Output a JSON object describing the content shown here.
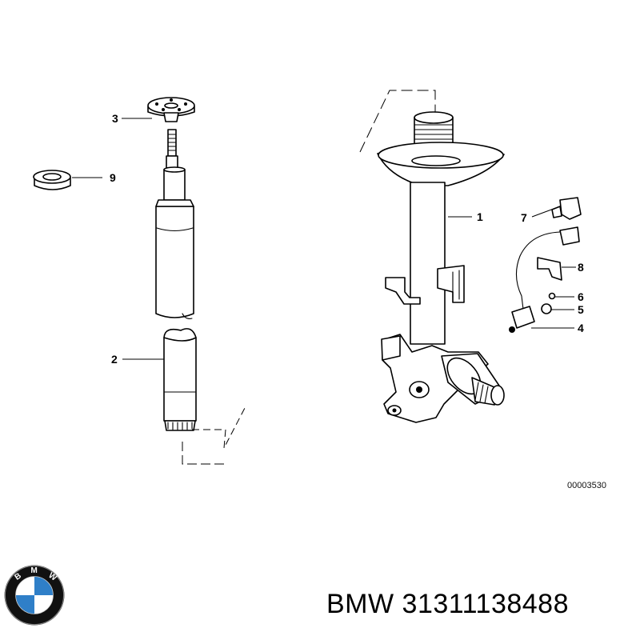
{
  "diagram": {
    "reference_code": "00003530",
    "callouts": [
      "1",
      "2",
      "3",
      "4",
      "5",
      "6",
      "7",
      "8",
      "9"
    ]
  },
  "footer": {
    "part_number_label": "BMW 31311138488",
    "logo_text": "BMW"
  },
  "colors": {
    "logo_blue": "#2f7fc8",
    "logo_ring": "#111111",
    "line": "#000000"
  }
}
